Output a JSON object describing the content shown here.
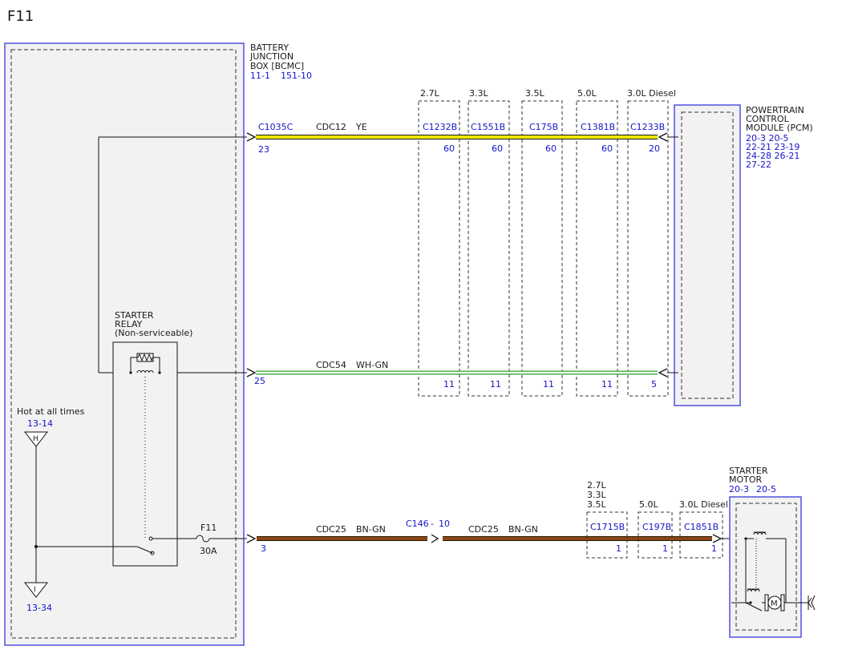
{
  "page_id": "F11",
  "battery_junction_box": {
    "title_lines": [
      "BATTERY",
      "JUNCTION",
      "BOX [BCMC]"
    ],
    "refs": [
      "11-1",
      "151-10"
    ]
  },
  "pcm": {
    "title_lines": [
      "POWERTRAIN",
      "CONTROL",
      "MODULE (PCM)"
    ],
    "ref_lines": [
      "20-3  20-5",
      "22-21 23-19",
      "24-28 26-21",
      "27-22"
    ]
  },
  "starter_relay": {
    "title_lines": [
      "STARTER",
      "RELAY",
      "(Non-serviceable)"
    ]
  },
  "hot_at_all_times": {
    "label": "Hot at all times",
    "ref": "13-14",
    "symbol": "H"
  },
  "ground": {
    "symbol": "I",
    "ref": "13-34"
  },
  "fuse": {
    "name": "F11",
    "rating": "30A"
  },
  "starter_motor": {
    "title_lines": [
      "STARTER",
      "MOTOR"
    ],
    "refs": [
      "20-3",
      "20-5"
    ],
    "motor_symbol": "M"
  },
  "wire_top": {
    "circuit": "CDC12",
    "color": "YE",
    "bjb_connector": "C1035C",
    "bjb_pin": "23",
    "pcm_pin": "20",
    "stroke_hex": "#f2e600"
  },
  "wire_mid": {
    "circuit": "CDC54",
    "color": "WH-GN",
    "bjb_pin": "25",
    "pcm_pin": "5",
    "stroke_hex": "#4caf50"
  },
  "wire_bottom": {
    "circuit_left": "CDC25",
    "color_left": "BN-GN",
    "circuit_right": "CDC25",
    "color_right": "BN-GN",
    "bjb_pin": "3",
    "inline_connector": "C146",
    "inline_sep": "-",
    "inline_pin": "10",
    "stroke_hex": "#8b4513"
  },
  "pcm_variants": [
    {
      "engine": "2.7L",
      "connector": "C1232B",
      "pin_top": "60",
      "pin_mid": "11"
    },
    {
      "engine": "3.3L",
      "connector": "C1551B",
      "pin_top": "60",
      "pin_mid": "11"
    },
    {
      "engine": "3.5L",
      "connector": "C175B",
      "pin_top": "60",
      "pin_mid": "11"
    },
    {
      "engine": "5.0L",
      "connector": "C1381B",
      "pin_top": "60",
      "pin_mid": "11"
    },
    {
      "engine": "3.0L Diesel",
      "connector": "C1233B",
      "pin_top": "20",
      "pin_mid": "5"
    }
  ],
  "motor_variants": [
    {
      "engine_lines": [
        "2.7L",
        "3.3L",
        "3.5L"
      ],
      "connector": "C1715B",
      "pin": "1"
    },
    {
      "engine_lines": [
        "5.0L"
      ],
      "connector": "C197B",
      "pin": "1"
    },
    {
      "engine_lines": [
        "3.0L Diesel"
      ],
      "connector": "C1851B",
      "pin": "1"
    }
  ]
}
